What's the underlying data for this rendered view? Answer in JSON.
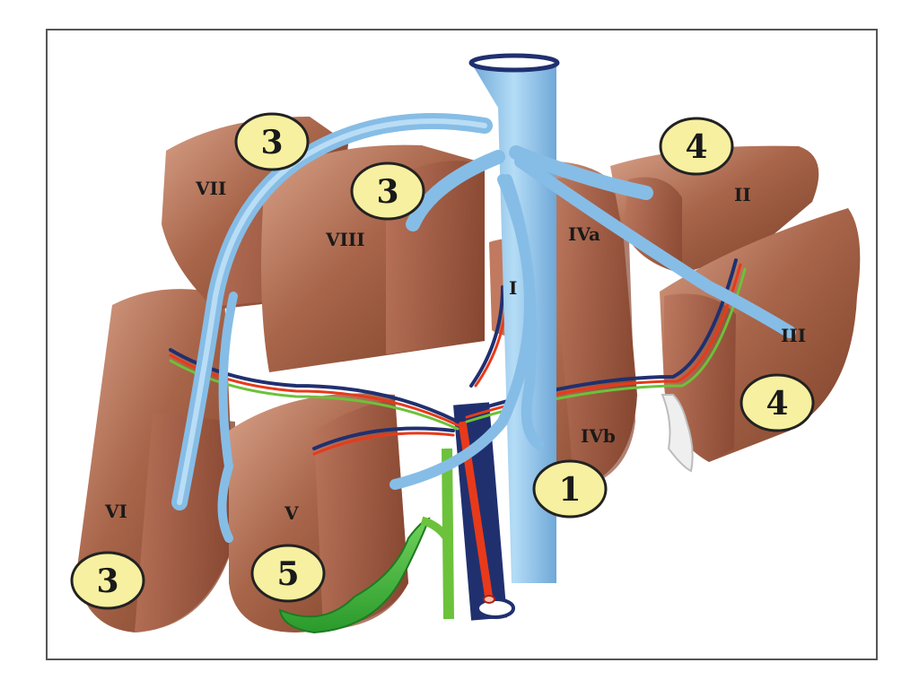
{
  "diagram": {
    "segments": [
      "I",
      "II",
      "III",
      "IVa",
      "IVb",
      "V",
      "VI",
      "VII",
      "VIII"
    ],
    "badges": [
      "3",
      "3",
      "4",
      "4",
      "1",
      "3",
      "5"
    ]
  },
  "colors": {
    "frame": "#555555",
    "liver": "#9b5a40",
    "liver_light": "#d39a80",
    "liver_dark": "#6f3a26",
    "hepatic_veins": "#8fc3ea",
    "portal_vein": "#20306f",
    "hepatic_artery": "#e83a1a",
    "bile_duct": "#6cc23a",
    "gallbladder": "#3cb63a",
    "badge_fill": "#f6f0a0",
    "badge_stroke": "#222222"
  }
}
